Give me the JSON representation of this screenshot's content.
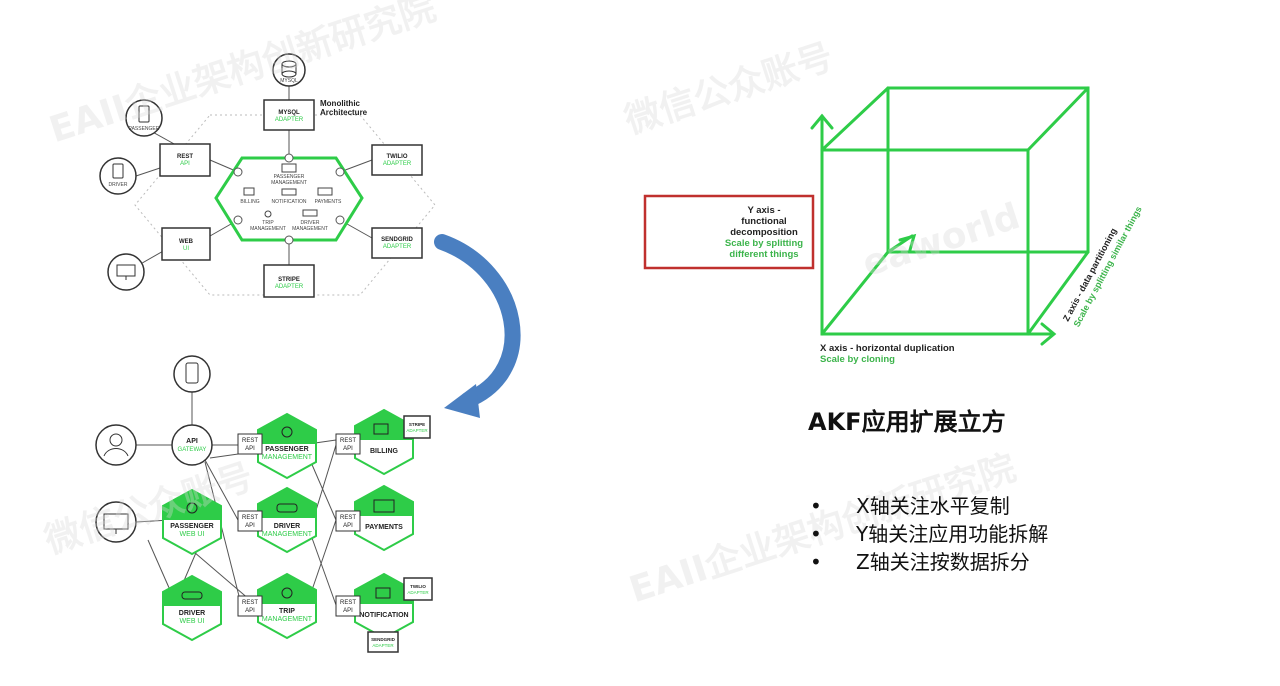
{
  "watermark": {
    "lines": [
      "微信公众账号",
      "EAII企业架构创新研究院",
      "eaworld"
    ]
  },
  "monolith": {
    "title": "Monolithic",
    "subtitle": "Architecture",
    "adapters": [
      {
        "id": "mysql",
        "title": "MYSQL",
        "sub": "ADAPTER"
      },
      {
        "id": "twilio",
        "title": "TWILIO",
        "sub": "ADAPTER"
      },
      {
        "id": "sendgrid",
        "title": "SENDGRID",
        "sub": "ADAPTER"
      },
      {
        "id": "stripe",
        "title": "STRIPE",
        "sub": "ADAPTER"
      },
      {
        "id": "rest",
        "title": "REST",
        "sub": "API"
      },
      {
        "id": "web",
        "title": "WEB",
        "sub": "UI"
      }
    ],
    "core_modules": [
      "PASSENGER",
      "MANAGEMENT",
      "BILLING",
      "NOTIFICATION",
      "PAYMENTS",
      "TRIP",
      "MANAGEMENT",
      "DRIVER",
      "MANAGEMENT"
    ],
    "clients": [
      "MYSQL",
      "PASSENGER",
      "DRIVER"
    ]
  },
  "micro": {
    "gateway": {
      "title": "API",
      "sub": "GATEWAY"
    },
    "rest_api": {
      "title": "REST",
      "sub": "API"
    },
    "services": [
      {
        "id": "passenger",
        "title": "PASSENGER",
        "sub": "MANAGEMENT"
      },
      {
        "id": "driver",
        "title": "DRIVER",
        "sub": "MANAGEMENT"
      },
      {
        "id": "trip",
        "title": "TRIP",
        "sub": "MANAGEMENT"
      },
      {
        "id": "billing",
        "title": "BILLING",
        "sub": ""
      },
      {
        "id": "payments",
        "title": "PAYMENTS",
        "sub": ""
      },
      {
        "id": "notification",
        "title": "NOTIFICATION",
        "sub": ""
      },
      {
        "id": "passenger_web",
        "title": "PASSENGER",
        "sub": "WEB UI"
      },
      {
        "id": "driver_web",
        "title": "DRIVER",
        "sub": "WEB UI"
      }
    ],
    "adapters": [
      {
        "id": "stripe",
        "title": "STRIPE",
        "sub": "ADAPTER"
      },
      {
        "id": "twilio",
        "title": "TWILIO",
        "sub": "ADAPTER"
      },
      {
        "id": "sendgrid",
        "title": "SENDGRID",
        "sub": "ADAPTER"
      }
    ]
  },
  "cube": {
    "y_label": [
      "Y axis -",
      "functional",
      "decomposition"
    ],
    "y_note": [
      "Scale by splitting",
      "different things"
    ],
    "x_label": "X axis - horizontal duplication",
    "x_note": "Scale by cloning",
    "z_label": "Z axis - data partitioning",
    "z_note": "Scale by splitting similar things"
  },
  "colors": {
    "green": "#2ecc48",
    "dark": "#333333",
    "arrow": "#4a7fc1",
    "red": "#c0302e",
    "label_green": "#3cb44b"
  },
  "title": "AKF应用扩展立方",
  "bullets": [
    {
      "dot": "•",
      "text": "X轴关注水平复制"
    },
    {
      "dot": "•",
      "text": "Y轴关注应用功能拆解"
    },
    {
      "dot": "•",
      "text": "Z轴关注按数据拆分"
    }
  ]
}
